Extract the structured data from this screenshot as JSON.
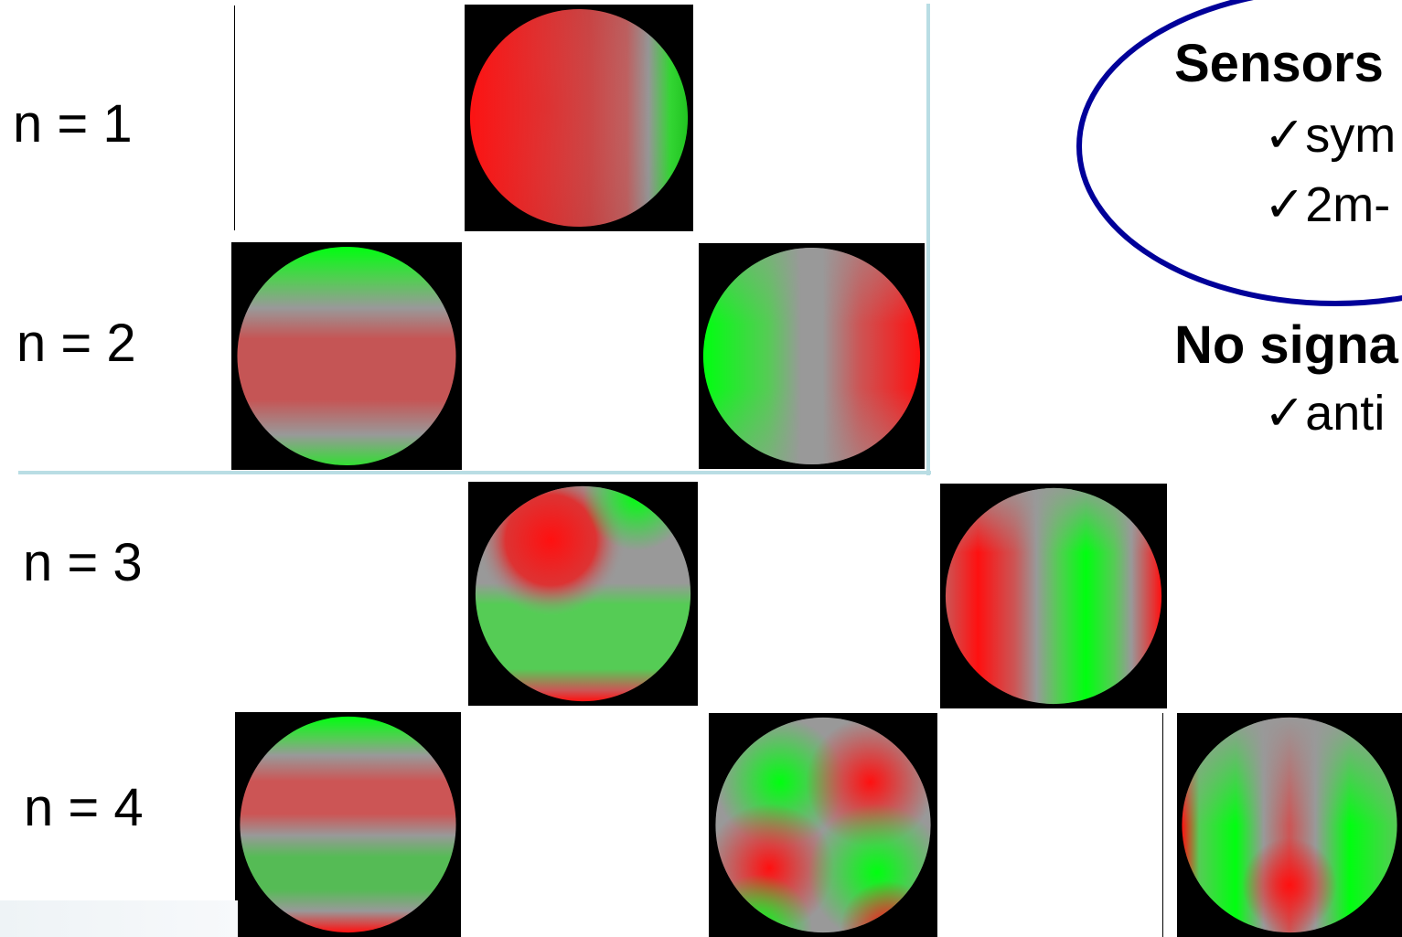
{
  "rows": [
    {
      "label": "n = 1"
    },
    {
      "label": "n = 2"
    },
    {
      "label": "n = 3"
    },
    {
      "label": "n = 4"
    }
  ],
  "colors": {
    "red": "#ff1010",
    "green": "#00ff10",
    "gray": "#999999",
    "tile_bg": "#000000",
    "ellipse_stroke": "#000099",
    "grid_line": "#b9dde4"
  },
  "notes": {
    "heading1": "Sensors",
    "item1": "✓sym",
    "item2": "✓2m-",
    "heading2": "No signa",
    "item3": "✓anti"
  },
  "spheres": [
    {
      "row": 1,
      "pattern": "red with green band at right edge"
    },
    {
      "row": 2,
      "pattern": "green top cap, red middle band, green bottom rim"
    },
    {
      "row": 2,
      "pattern": "green left, gray vertical band, red right"
    },
    {
      "row": 3,
      "pattern": "red spot upper-left, green lower band"
    },
    {
      "row": 3,
      "pattern": "red-gray-green-gray-red vertical bands"
    },
    {
      "row": 4,
      "pattern": "green cap, red band, green band, red rim"
    },
    {
      "row": 4,
      "pattern": "four quadrants green/red with gray cross"
    },
    {
      "row": 4,
      "pattern": "green sides, red center lobe, gray top"
    }
  ]
}
